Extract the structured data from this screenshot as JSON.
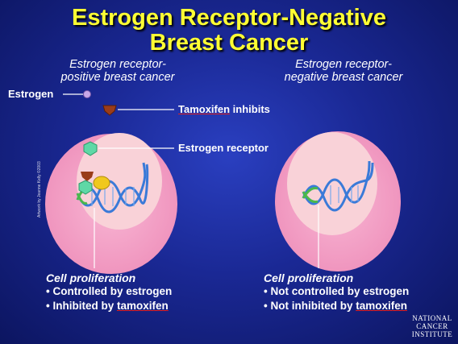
{
  "title": {
    "line1": "Estrogen Receptor-Negative",
    "line2": "Breast Cancer"
  },
  "left_panel": {
    "title_line1": "Estrogen receptor-",
    "title_line2": "positive breast cancer",
    "estrogen_label": "Estrogen",
    "tamoxifen_label_prefix": "Tamoxifen",
    "tamoxifen_label_suffix": " inhibits",
    "receptor_label": "Estrogen receptor",
    "cell_title": "Cell proliferation",
    "bullet1": "• Controlled by estrogen",
    "bullet2_prefix": "• Inhibited by ",
    "bullet2_link": "tamoxifen",
    "credit": "Artwork by Jeanne Kelly ©2003"
  },
  "right_panel": {
    "title_line1": "Estrogen receptor-",
    "title_line2": "negative breast cancer",
    "cell_title": "Cell proliferation",
    "bullet1": "• Not controlled by estrogen",
    "bullet2_prefix": "• Not inhibited by ",
    "bullet2_link": "tamoxifen"
  },
  "logo": {
    "line1": "NATIONAL",
    "line2": "CANCER",
    "line3": "INSTITUTE"
  },
  "colors": {
    "title": "#ffff33",
    "cell_outer": "#f4a2c8",
    "cell_inner": "#f9d2d8",
    "estrogen": "#c8a8e8",
    "receptor": "#5fd8a6",
    "tamoxifen": "#9a3c1a",
    "coactivator": "#f0c81e",
    "dna_blue": "#3a7ad8",
    "dna_green": "#4cb84c"
  }
}
